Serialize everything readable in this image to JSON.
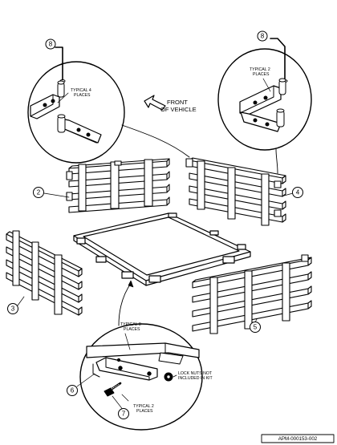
{
  "diagram": {
    "callouts": {
      "c8a": "8",
      "c8b": "8",
      "c2": "2",
      "c4": "4",
      "c3": "3",
      "c5": "5",
      "c6": "6",
      "c7": "7"
    },
    "notes": {
      "typical4": [
        "TYPICAL 4",
        "PLACES"
      ],
      "typical2_top": [
        "TYPICAL 2",
        "PLACES"
      ],
      "typical8": [
        "TYPICAL 8",
        "PLACES"
      ],
      "locknuts": [
        "LOCK NUTS NOT",
        "INCLUDED IN KIT"
      ],
      "typical2_bottom": [
        "TYPICAL 2",
        "PLACES"
      ]
    },
    "front": [
      "FRONT",
      "OF VEHICLE"
    ],
    "figure_id": "APM-000153-002"
  }
}
